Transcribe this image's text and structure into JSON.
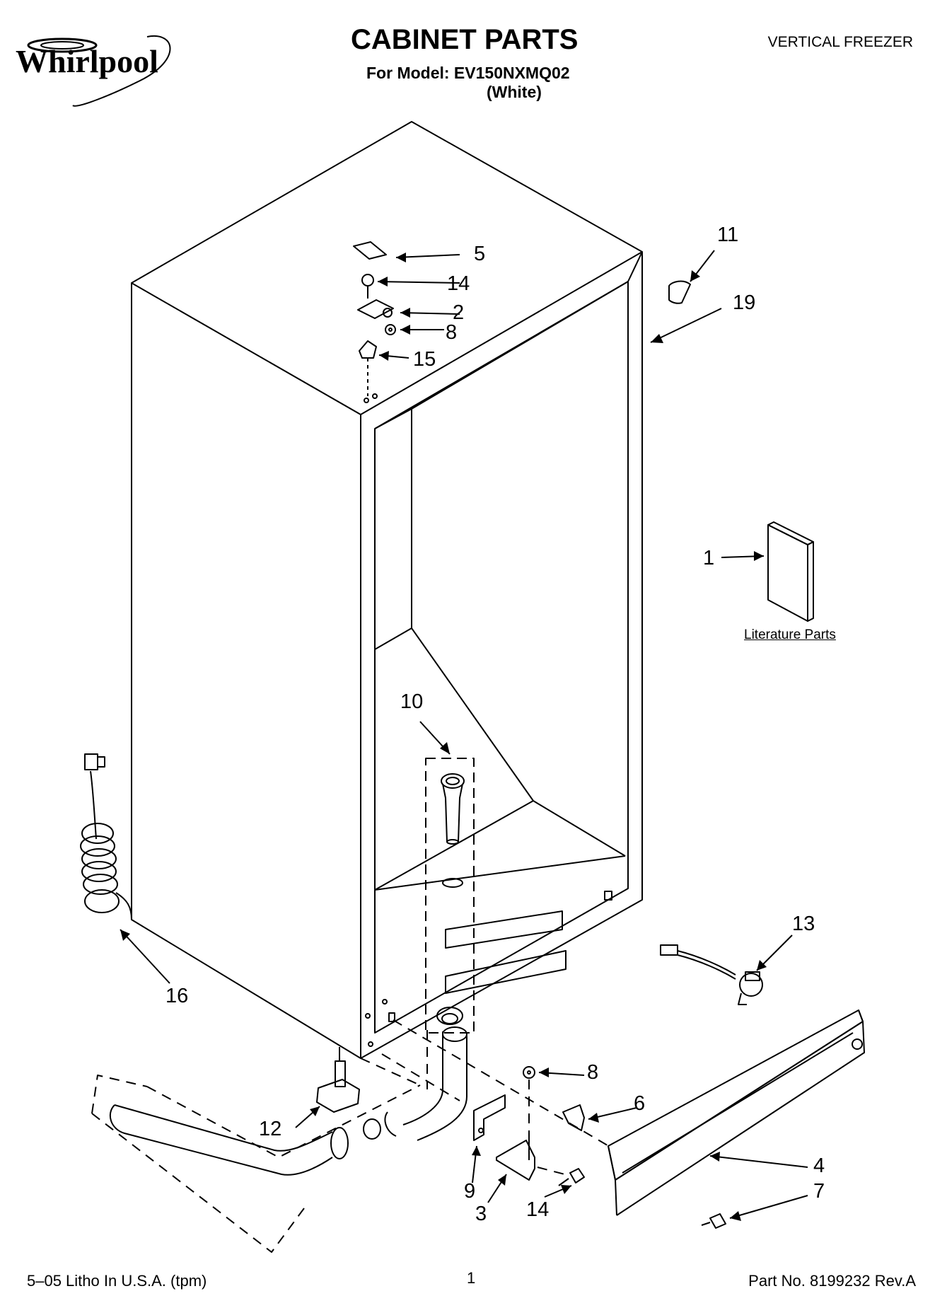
{
  "header": {
    "brand": "Whirlpool",
    "title": "CABINET PARTS",
    "subtitle": "For Model: EV150NXMQ02",
    "color_note": "(White)",
    "product_type": "VERTICAL FREEZER"
  },
  "literature": {
    "label": "Literature Parts"
  },
  "callouts": {
    "c1": "1",
    "c2": "2",
    "c3": "3",
    "c4": "4",
    "c5": "5",
    "c6": "6",
    "c7": "7",
    "c8a": "8",
    "c8b": "8",
    "c9": "9",
    "c10": "10",
    "c11": "11",
    "c12": "12",
    "c13": "13",
    "c14a": "14",
    "c14b": "14",
    "c15": "15",
    "c16": "16",
    "c19": "19"
  },
  "footer": {
    "litho": "5–05 Litho In U.S.A. (tpm)",
    "page": "1",
    "part_no": "Part No. 8199232 Rev.A"
  }
}
